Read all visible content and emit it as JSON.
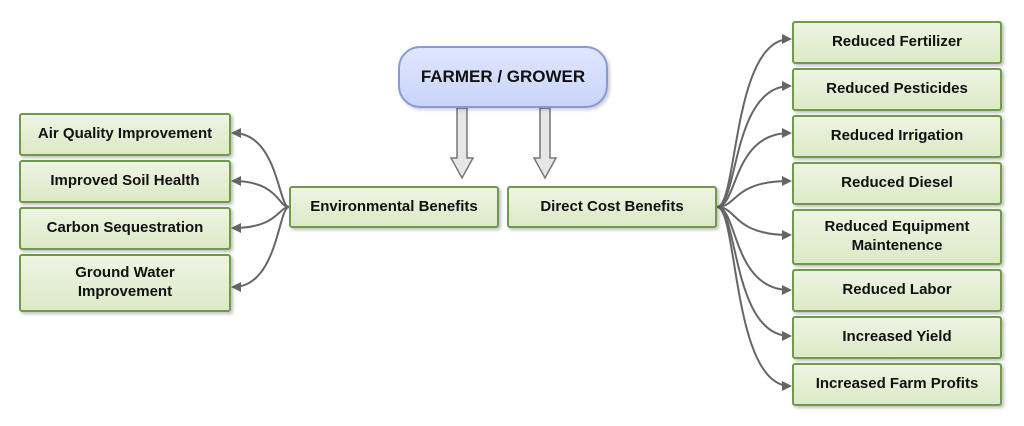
{
  "colors": {
    "box_fill": "#dce9c6",
    "box_border": "#6f9a4d",
    "top_fill": "#c9d4fa",
    "top_border": "#8799d6",
    "arrow": "#666666"
  },
  "top_node": "FARMER / GROWER",
  "hubs": {
    "environmental": "Environmental Benefits",
    "direct_cost": "Direct Cost Benefits"
  },
  "environmental_items": [
    "Air Quality Improvement",
    "Improved Soil Health",
    "Carbon Sequestration",
    "Ground Water\nImprovement"
  ],
  "direct_cost_items": [
    "Reduced Fertilizer",
    "Reduced Pesticides",
    "Reduced Irrigation",
    "Reduced Diesel",
    "Reduced Equipment\nMaintenence",
    "Reduced Labor",
    "Increased Yield",
    "Increased Farm Profits"
  ]
}
